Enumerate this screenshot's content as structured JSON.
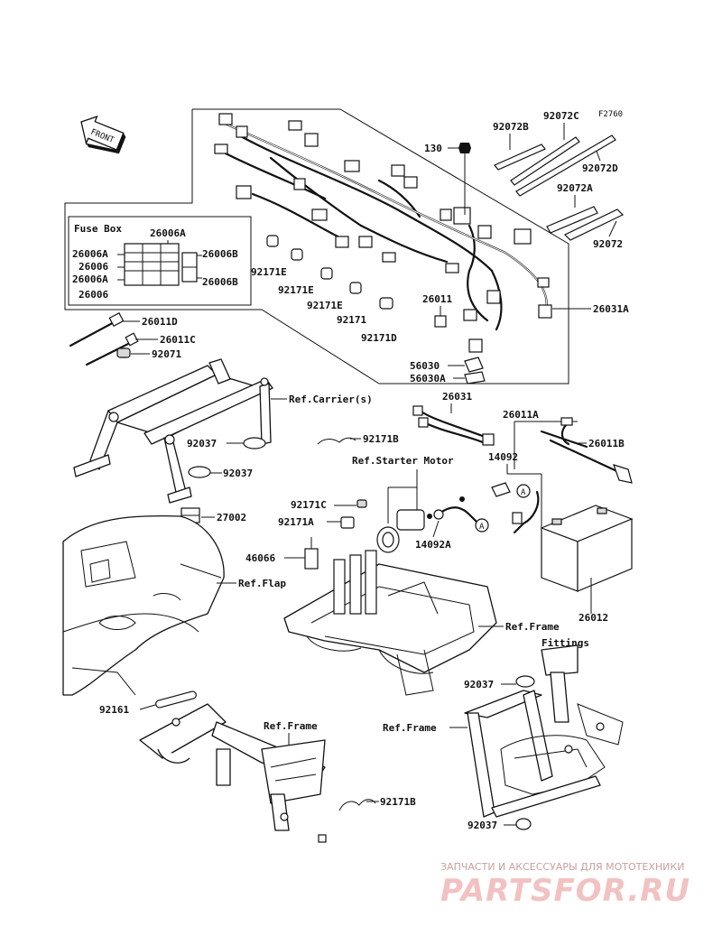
{
  "diagram_code": "F2760",
  "front_label": "FRONT",
  "fuse_box": {
    "title": "Fuse Box",
    "labels": [
      "26006A",
      "26006A",
      "26006",
      "26006A",
      "26006",
      "26006B",
      "26006B"
    ]
  },
  "part_labels": {
    "p130": "130",
    "p92072B": "92072B",
    "p92072C": "92072C",
    "p92072D": "92072D",
    "p92072A": "92072A",
    "p92072": "92072",
    "p26031A": "26031A",
    "p26011": "26011",
    "p56030": "56030",
    "p56030A": "56030A",
    "p92171E_1": "92171E",
    "p92171E_2": "92171E",
    "p92171E_3": "92171E",
    "p92171": "92171",
    "p92171D": "92171D",
    "p26011D": "26011D",
    "p26011C": "26011C",
    "p92071": "92071",
    "p26031": "26031",
    "p92171B_1": "92171B",
    "p26011A": "26011A",
    "p26011B": "26011B",
    "p14092": "14092",
    "p14092A": "14092A",
    "p92037_1": "92037",
    "p92037_2": "92037",
    "p92171C": "92171C",
    "p92171A": "92171A",
    "p27002": "27002",
    "p46066": "46066",
    "p26012": "26012",
    "p92037_3": "92037",
    "p92161": "92161",
    "p92171B_2": "92171B",
    "p92037_4": "92037"
  },
  "refs": {
    "carriers": "Ref.Carrier(s)",
    "starter_motor": "Ref.Starter Motor",
    "flap": "Ref.Flap",
    "frame_fittings_1": "Ref.Frame",
    "frame_fittings_2": "Fittings",
    "frame_1": "Ref.Frame",
    "frame_2": "Ref.Frame"
  },
  "callout_marker": "A",
  "watermark": {
    "tagline": "ЗАПЧАСТИ И АКСЕССУАРЫ ДЛЯ МОТОТЕХНИКИ",
    "brand": "PARTSFOR.RU"
  }
}
